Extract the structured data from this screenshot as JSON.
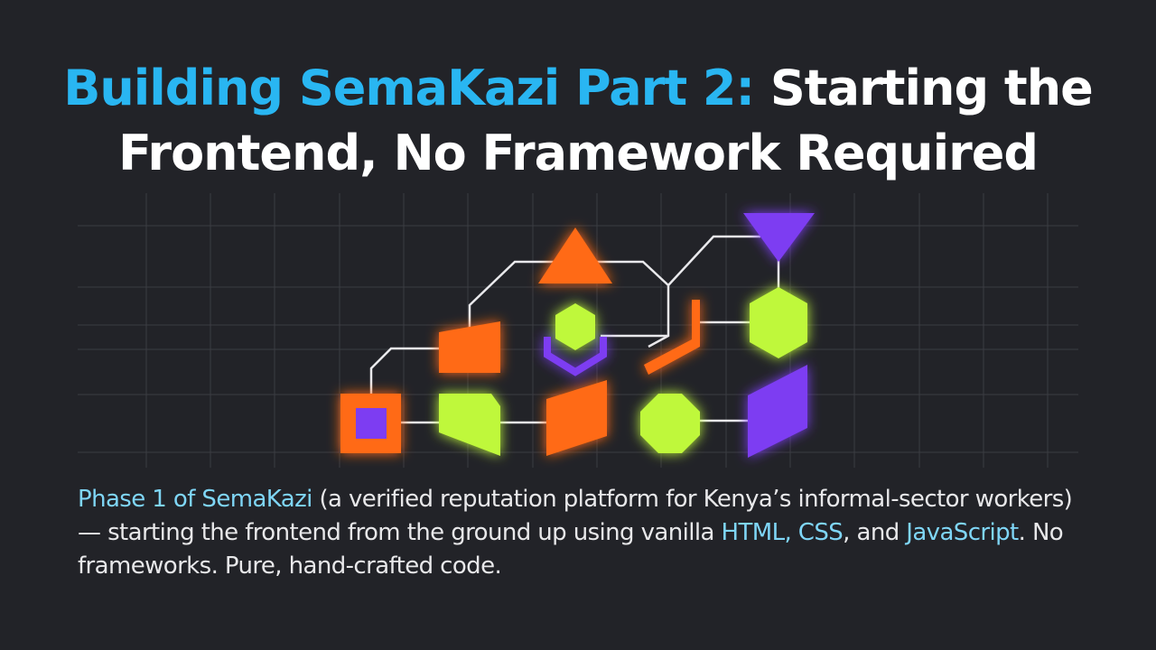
{
  "title": {
    "accent": "Building SemaKazi Part 2:",
    "rest": " Starting the Frontend, No Framework Required"
  },
  "description": {
    "highlight_1": "Phase 1 of SemaKazi",
    "text_1": " (a verified reputation platform for Kenya’s informal-sector workers) — starting the frontend from the ground up using vanilla ",
    "highlight_2": "HTML, CSS",
    "text_2": ", and ",
    "highlight_3": "JavaScript",
    "text_3": ". No frameworks. Pure, hand-crafted code."
  },
  "colors": {
    "background": "#222328",
    "title_accent": "#29b6f2",
    "title_text": "#ffffff",
    "highlight": "#7fd6f7",
    "grid": "#3b3c42",
    "orange": "#ff6a13",
    "lime": "#bff83a",
    "purple": "#7d3cf2"
  }
}
